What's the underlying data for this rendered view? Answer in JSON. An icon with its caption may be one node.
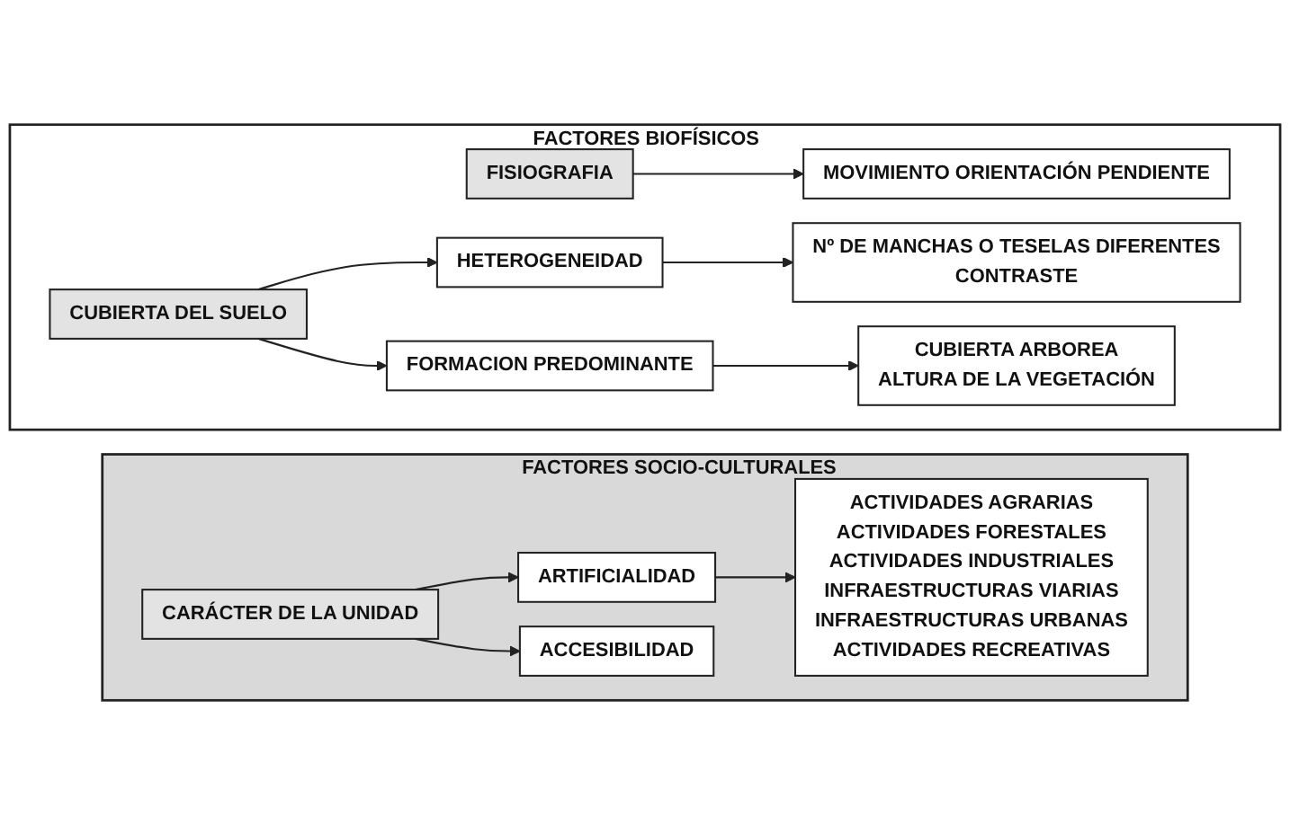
{
  "diagram": {
    "nodes": [
      {
        "text": [
          "FACTORES BIOFÍSICOS"
        ]
      },
      {
        "text": [
          "FISIOGRAFIA"
        ],
        "in": 0
      },
      {
        "text": [
          "MOVIMIENTO ORIENTACIÓN PENDIENTE"
        ],
        "in": 0
      },
      {
        "text": [
          "CUBIERTA DEL SUELO"
        ],
        "in": 0
      },
      {
        "text": [
          "HETEROGENEIDAD"
        ],
        "in": 0
      },
      {
        "text": [
          "Nº DE MANCHAS O TESELAS DIFERENTES",
          "CONTRASTE"
        ],
        "in": 0
      },
      {
        "text": [
          "FORMACION PREDOMINANTE"
        ],
        "in": 0
      },
      {
        "text": [
          "CUBIERTA ARBOREA",
          "ALTURA DE LA VEGETACIÓN"
        ],
        "in": 0
      },
      {
        "text": [
          "FACTORES SOCIO-CULTURALES"
        ]
      },
      {
        "text": [
          "CARÁCTER DE LA UNIDAD"
        ],
        "in": 8
      },
      {
        "text": [
          "ARTIFICIALIDAD"
        ],
        "in": 8
      },
      {
        "text": [
          "ACCESIBILIDAD"
        ],
        "in": 8
      },
      {
        "text": [
          "ACTIVIDADES AGRARIAS",
          "ACTIVIDADES FORESTALES",
          "ACTIVIDADES INDUSTRIALES",
          "INFRAESTRUCTURAS VIARIAS",
          "INFRAESTRUCTURAS URBANAS",
          "ACTIVIDADES RECREATIVAS"
        ],
        "in": 8
      }
    ],
    "edges": [
      {
        "from": 1,
        "to": 2,
        "arrow": "to"
      },
      {
        "from": 3,
        "to": 4,
        "arrow": "to"
      },
      {
        "from": 3,
        "to": 6,
        "arrow": "to"
      },
      {
        "from": 4,
        "to": 5,
        "arrow": "to"
      },
      {
        "from": 6,
        "to": 7,
        "arrow": "to"
      },
      {
        "from": 9,
        "to": 10,
        "arrow": "to"
      },
      {
        "from": 9,
        "to": 11,
        "arrow": "to"
      },
      {
        "from": 10,
        "to": 12,
        "arrow": "to"
      }
    ]
  }
}
